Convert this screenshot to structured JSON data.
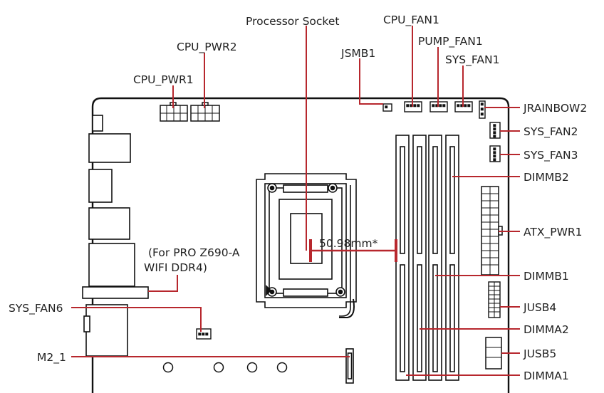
{
  "colors": {
    "leader": "#b7272d",
    "outline": "#111111",
    "text": "#222222",
    "background": "#ffffff"
  },
  "labels": {
    "processor_socket": "Processor Socket",
    "cpu_fan1": "CPU_FAN1",
    "pump_fan1": "PUMP_FAN1",
    "sys_fan1": "SYS_FAN1",
    "cpu_pwr2": "CPU_PWR2",
    "jsmb1": "JSMB1",
    "cpu_pwr1": "CPU_PWR1",
    "jrainbow2": "JRAINBOW2",
    "sys_fan2": "SYS_FAN2",
    "sys_fan3": "SYS_FAN3",
    "dimmb2": "DIMMB2",
    "atx_pwr1": "ATX_PWR1",
    "dimmb1": "DIMMB1",
    "jusb4": "JUSB4",
    "dimma2": "DIMMA2",
    "jusb5": "JUSB5",
    "dimma1": "DIMMA1",
    "sys_fan6": "SYS_FAN6",
    "m2_1": "M2_1",
    "note_line1": "(For PRO Z690-A",
    "note_line2": "WIFI DDR4)",
    "measurement": "50.98mm*"
  }
}
